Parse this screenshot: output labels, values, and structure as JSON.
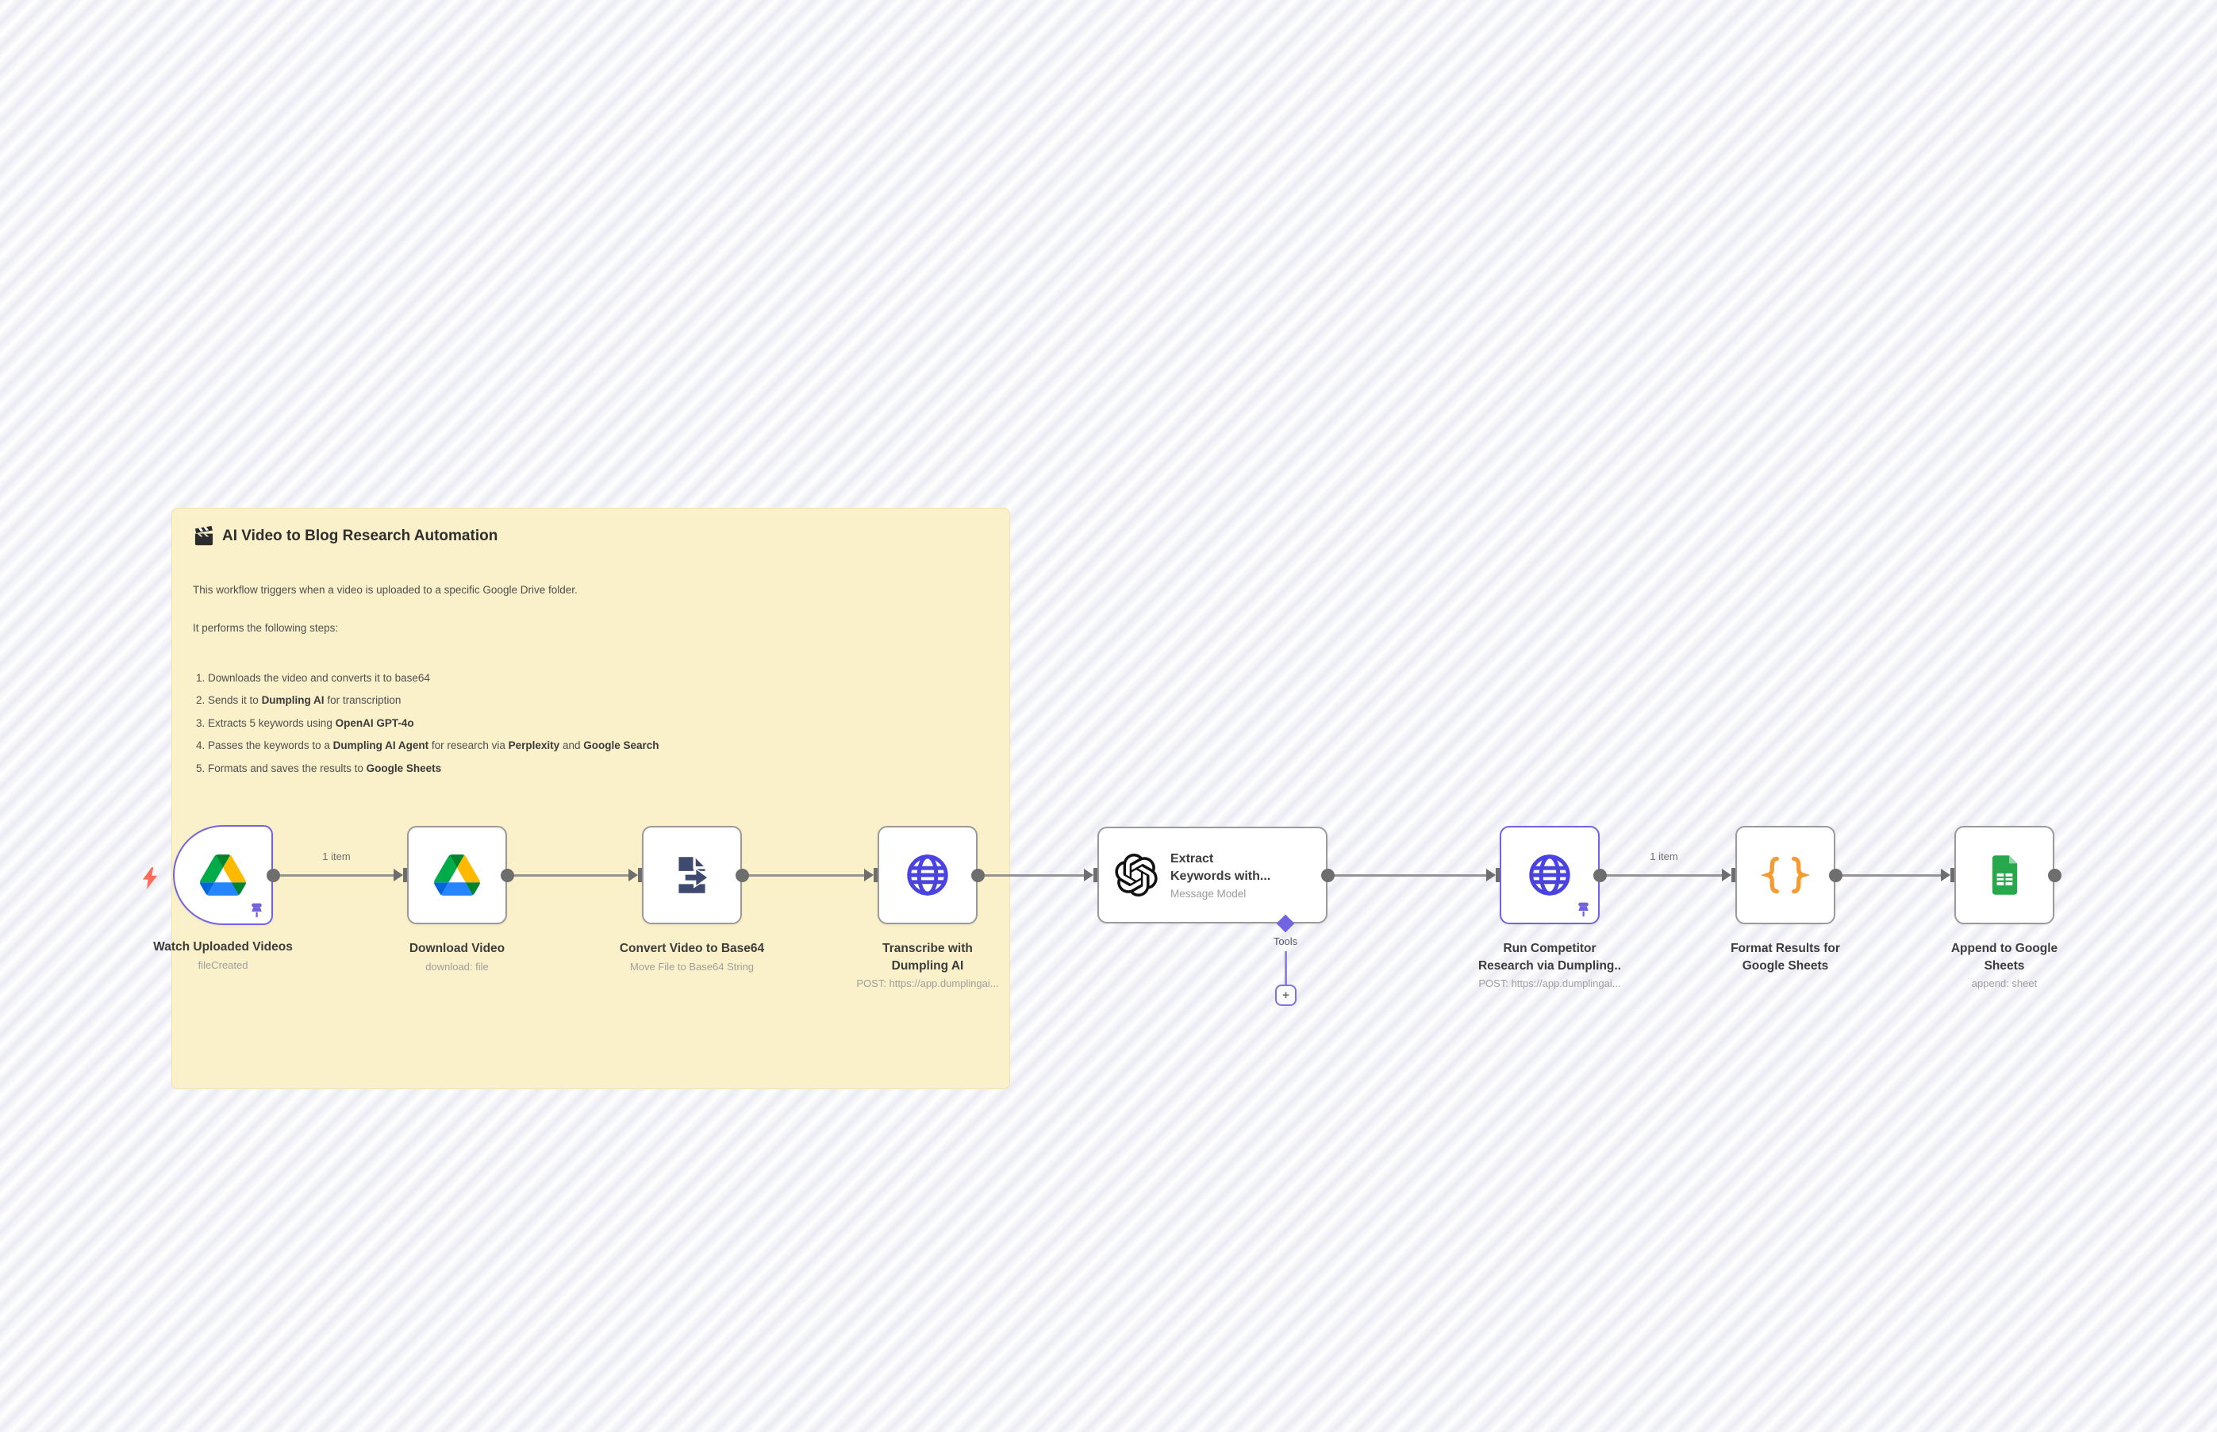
{
  "colors": {
    "accent_purple": "#7163e2",
    "sticky_bg": "#faf0c9",
    "node_border": "#9a9a9a",
    "wire_gray": "#949494",
    "trigger_bolt": "#ff6d5a",
    "globe_blue": "#4a43e0",
    "code_orange": "#f69b2f",
    "sheets_green": "#28a84c",
    "file_navy": "#3f4a70",
    "stripe": "#ececf4"
  },
  "sticky": {
    "emoji": "🎬",
    "title": "AI Video to Blog Research Automation",
    "intro": "This workflow triggers when a video is uploaded to a specific Google Drive folder.",
    "steps_heading": "It performs the following steps:",
    "steps": [
      {
        "segments": [
          {
            "t": "Downloads the video and converts it to base64"
          }
        ]
      },
      {
        "segments": [
          {
            "t": "Sends it to "
          },
          {
            "t": "Dumpling AI",
            "b": true
          },
          {
            "t": " for transcription"
          }
        ]
      },
      {
        "segments": [
          {
            "t": "Extracts 5 keywords using "
          },
          {
            "t": "OpenAI GPT-4o",
            "b": true
          }
        ]
      },
      {
        "segments": [
          {
            "t": "Passes the keywords to a "
          },
          {
            "t": "Dumpling AI Agent",
            "b": true
          },
          {
            "t": " for research via "
          },
          {
            "t": "Perplexity",
            "b": true
          },
          {
            "t": " and "
          },
          {
            "t": "Google Search",
            "b": true
          }
        ]
      },
      {
        "segments": [
          {
            "t": "Formats and saves the results to "
          },
          {
            "t": "Google Sheets",
            "b": true
          }
        ]
      }
    ]
  },
  "nodes": [
    {
      "title_lines": [
        "Watch Uploaded Videos"
      ],
      "subtitle": "fileCreated",
      "icon": "google-drive-icon",
      "pinned": true,
      "trigger": true
    },
    {
      "title_lines": [
        "Download Video"
      ],
      "subtitle": "download: file",
      "icon": "google-drive-icon"
    },
    {
      "title_lines": [
        "Convert Video to Base64"
      ],
      "subtitle": "Move File to Base64 String",
      "icon": "file-export-icon"
    },
    {
      "title_lines": [
        "Transcribe with",
        "Dumpling AI"
      ],
      "subtitle": "POST: https://app.dumplingai...",
      "icon": "globe-icon"
    },
    {
      "title_lines": [
        "Extract",
        "Keywords with..."
      ],
      "subtitle": "Message Model",
      "icon": "openai-icon"
    },
    {
      "title_lines": [
        "Run Competitor",
        "Research via Dumpling.."
      ],
      "subtitle": "POST: https://app.dumplingai...",
      "icon": "globe-icon",
      "pinned": true
    },
    {
      "title_lines": [
        "Format Results for",
        "Google Sheets"
      ],
      "subtitle": "",
      "icon": "code-braces-icon"
    },
    {
      "title_lines": [
        "Append to Google",
        "Sheets"
      ],
      "subtitle": "append: sheet",
      "icon": "google-sheets-icon"
    }
  ],
  "wires": [
    {
      "label": "1 item"
    },
    {
      "label": "1 item"
    }
  ],
  "tools": {
    "label": "Tools",
    "plus": "+"
  }
}
